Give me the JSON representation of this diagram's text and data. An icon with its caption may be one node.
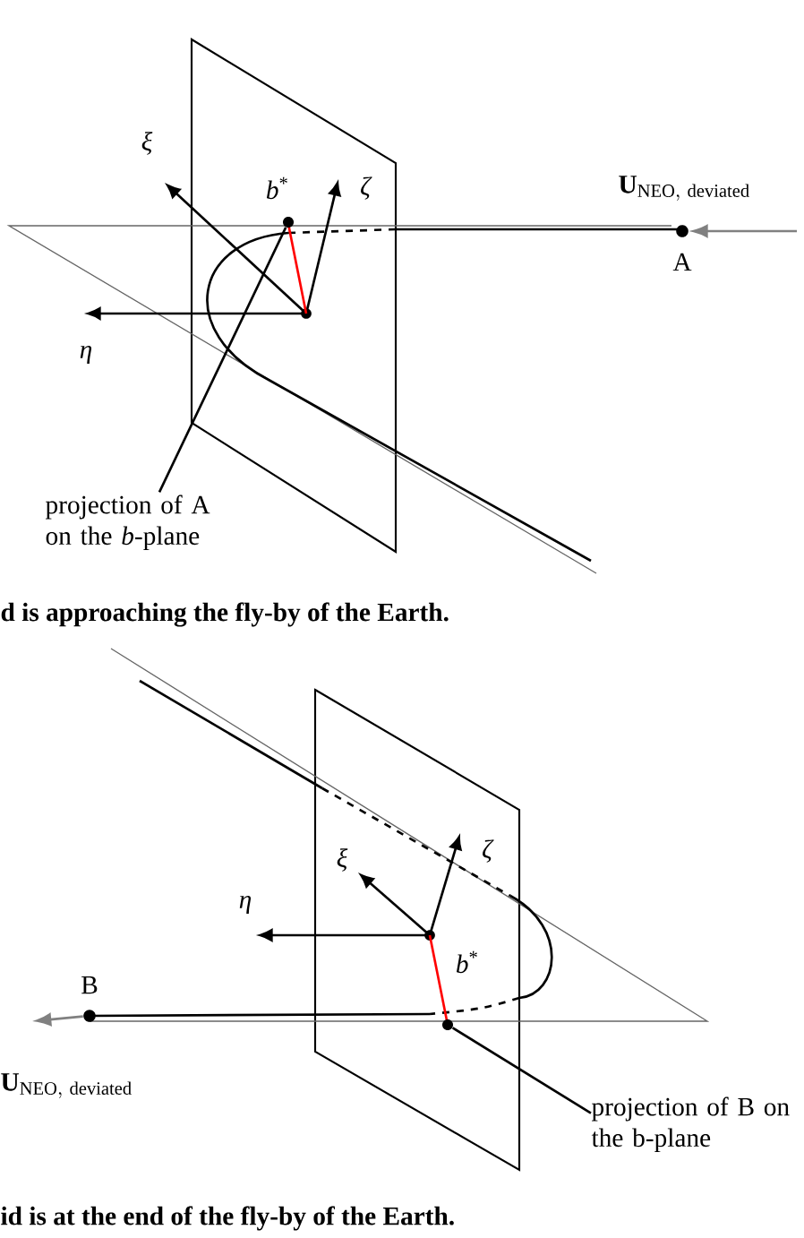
{
  "diagram": {
    "nodes": [
      {
        "text": [
          "projection of A on the *b*-plane"
        ]
      },
      {
        "text": [],
        "shape": "circle",
        "beside": [
          "*b*$^{*}$"
        ]
      },
      {
        "text": [
          "A"
        ]
      },
      {
        "text": [
          "B"
        ]
      },
      {
        "text": [
          "projection of B on the b-plane"
        ]
      },
      {
        "text": [],
        "shape": "circle",
        "beside": [
          "*b*$^{*}$"
        ]
      }
    ],
    "edges": [
      {
        "from": 0,
        "to": 1,
        "arrow": "none"
      },
      {
        "from": null,
        "to": 2,
        "arrow": "to",
        "color": "#808080"
      },
      {
        "from": 3,
        "to": null,
        "arrow": "to",
        "color": "#808080"
      },
      {
        "from": 4,
        "to": 5,
        "arrow": "none"
      }
    ],
    "labels": [
      "ξ",
      "ζ",
      "\\mathbf{U}_{\\mathrm{NEO,\\ deviated}}",
      "η",
      "d is approaching the fly-by of the Earth.",
      "ξ",
      "ζ",
      "η",
      "\\mathbf{U}_{\\mathrm{NEO,\\ deviated}}",
      "id is at the end of the fly-by of the Earth."
    ]
  }
}
